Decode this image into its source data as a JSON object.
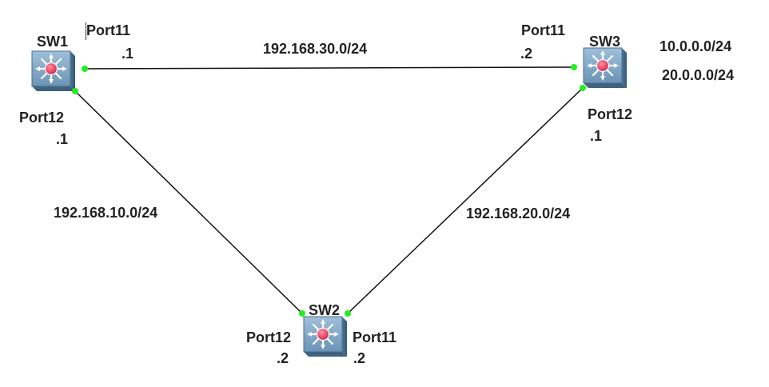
{
  "colors": {
    "background": "#ffffff",
    "link": "#111111",
    "port_dot": "#22ee22",
    "switch_body": "#6b93b5",
    "switch_core": "#e8335a"
  },
  "switches": {
    "sw1": {
      "name": "SW1",
      "icon": "layer3-switch-icon"
    },
    "sw2": {
      "name": "SW2",
      "icon": "layer3-switch-icon"
    },
    "sw3": {
      "name": "SW3",
      "icon": "layer3-switch-icon"
    }
  },
  "links": [
    {
      "from": "SW1",
      "to": "SW3",
      "subnet": "192.168.30.0/24"
    },
    {
      "from": "SW1",
      "to": "SW2",
      "subnet": "192.168.10.0/24"
    },
    {
      "from": "SW2",
      "to": "SW3",
      "subnet": "192.168.20.0/24"
    }
  ],
  "ports": {
    "sw1_port11": {
      "name": "Port11",
      "ip": ".1"
    },
    "sw1_port12": {
      "name": "Port12",
      "ip": ".1"
    },
    "sw3_port11": {
      "name": "Port11",
      "ip": ".2"
    },
    "sw3_port12": {
      "name": "Port12",
      "ip": ".1"
    },
    "sw2_port12": {
      "name": "Port12",
      "ip": ".2"
    },
    "sw2_port11": {
      "name": "Port11",
      "ip": ".2"
    }
  },
  "sw3_networks": [
    "10.0.0.0/24",
    "20.0.0.0/24"
  ]
}
